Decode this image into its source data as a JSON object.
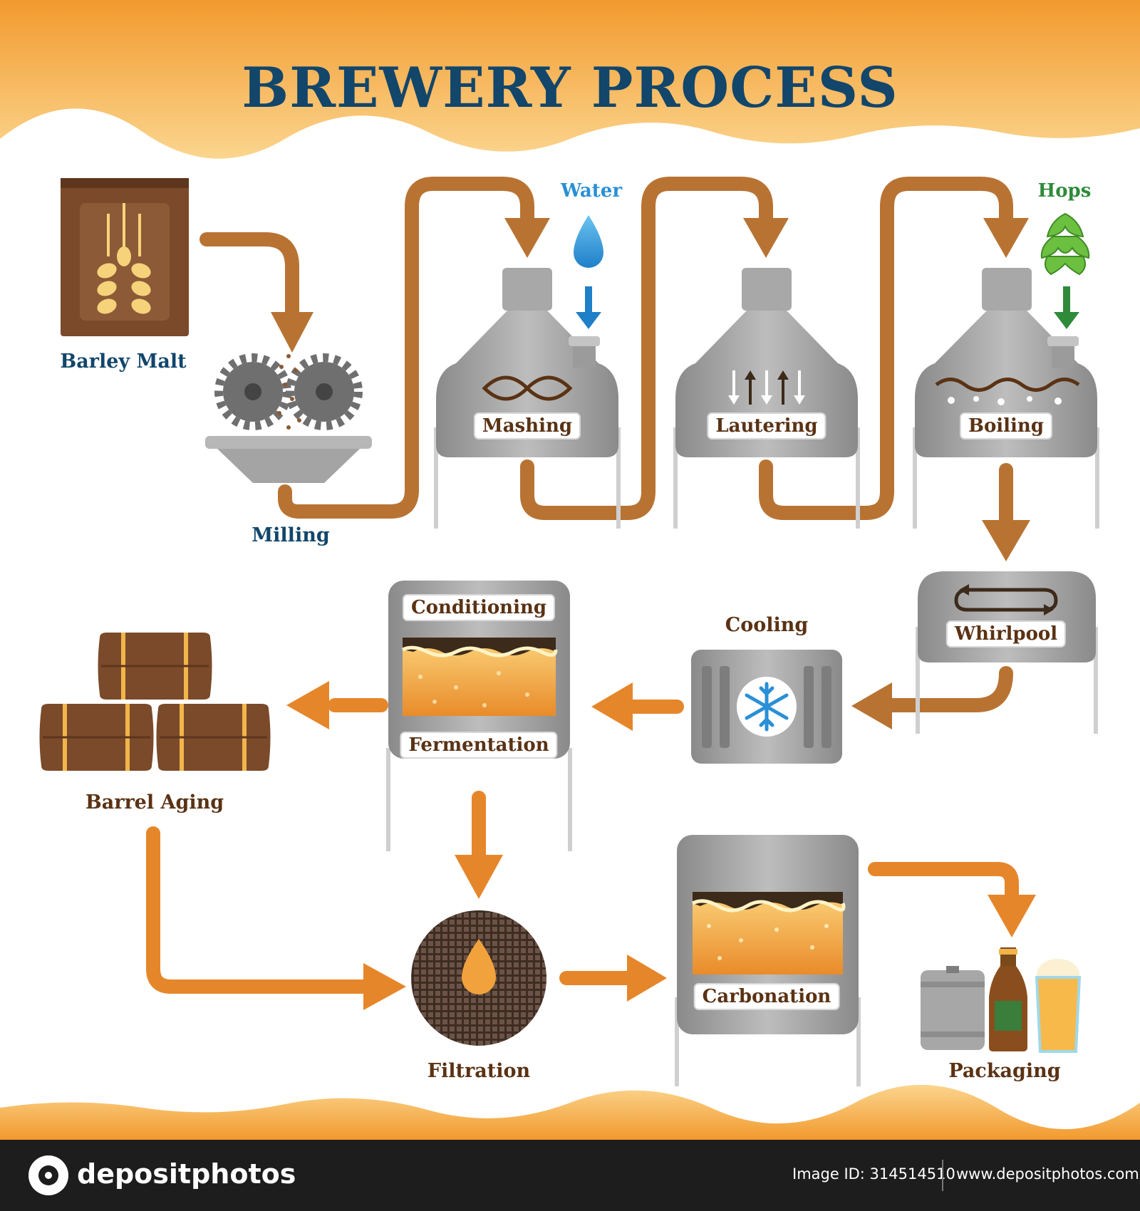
{
  "title": "BREWERY PROCESS",
  "inputs": {
    "barley_malt": "Barley Malt",
    "water": "Water",
    "hops": "Hops"
  },
  "steps": {
    "milling": "Milling",
    "mashing": "Mashing",
    "lautering": "Lautering",
    "boiling": "Boiling",
    "whirlpool": "Whirlpool",
    "cooling": "Cooling",
    "conditioning": "Conditioning",
    "fermentation": "Fermentation",
    "barrel_aging": "Barrel Aging",
    "filtration": "Filtration",
    "carbonation": "Carbonation",
    "packaging": "Packaging"
  },
  "colors": {
    "title": "#12466b",
    "arrow_brown": "#b87333",
    "arrow_orange": "#e6862b",
    "tank_gray": "#9a9a9a",
    "banner_orange": "#f2a23c",
    "water_blue": "#2a8fd6",
    "hops_green": "#4caf50"
  },
  "footer": {
    "brand": "depositphotos",
    "image_id": "Image ID: 314514510",
    "site": "www.depositphotos.com"
  }
}
